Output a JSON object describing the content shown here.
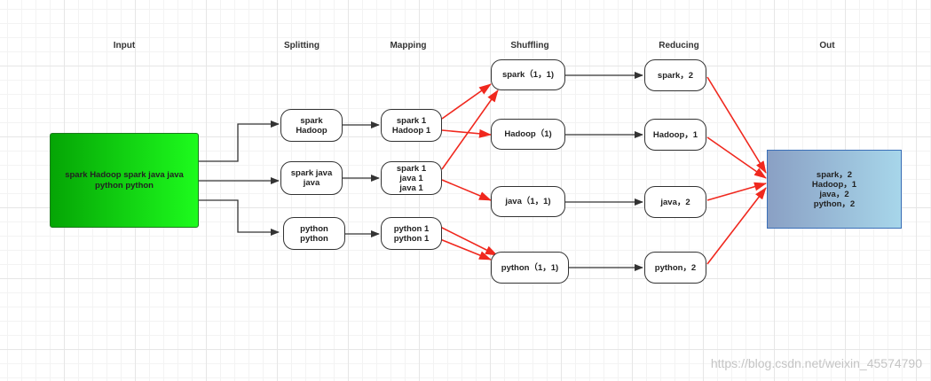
{
  "stages": {
    "input": "Input",
    "splitting": "Splitting",
    "mapping": "Mapping",
    "shuffling": "Shuffling",
    "reducing": "Reducing",
    "out": "Out"
  },
  "nodes": {
    "input": "spark Hadoop spark java java\npython python",
    "split_1": "spark\nHadoop",
    "split_2": "spark java\njava",
    "split_3": "python\npython",
    "map_1": "spark 1\nHadoop 1",
    "map_2": "spark 1\njava 1\njava 1",
    "map_3": "python 1\npython 1",
    "shuffle_spark": "spark（1，1)",
    "shuffle_hadoop": "Hadoop（1)",
    "shuffle_java": "java（1，1)",
    "shuffle_python": "python（1，1)",
    "reduce_spark": "spark，2",
    "reduce_hadoop": "Hadoop，1",
    "reduce_java": "java，2",
    "reduce_python": "python，2",
    "out": "spark，2\nHadoop，1\njava，2\npython，2"
  },
  "colors": {
    "arrow_dark": "#333333",
    "arrow_red": "#f0281e",
    "input_fill": "#14d914",
    "out_fill": "#a7d6ea"
  },
  "watermark": "https://blog.csdn.net/weixin_45574790"
}
